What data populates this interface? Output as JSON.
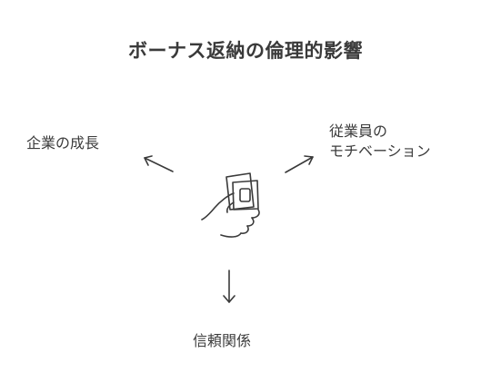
{
  "title": "ボーナス返納の倫理的影響",
  "center_icon": "hand-holding-money-icon",
  "branches": {
    "left": {
      "label": "企業の成長",
      "arrow_direction": "up-left"
    },
    "right": {
      "label_line1": "従業員の",
      "label_line2": "モチベーション",
      "arrow_direction": "up-right"
    },
    "bottom": {
      "label": "信頼関係",
      "arrow_direction": "down"
    }
  }
}
